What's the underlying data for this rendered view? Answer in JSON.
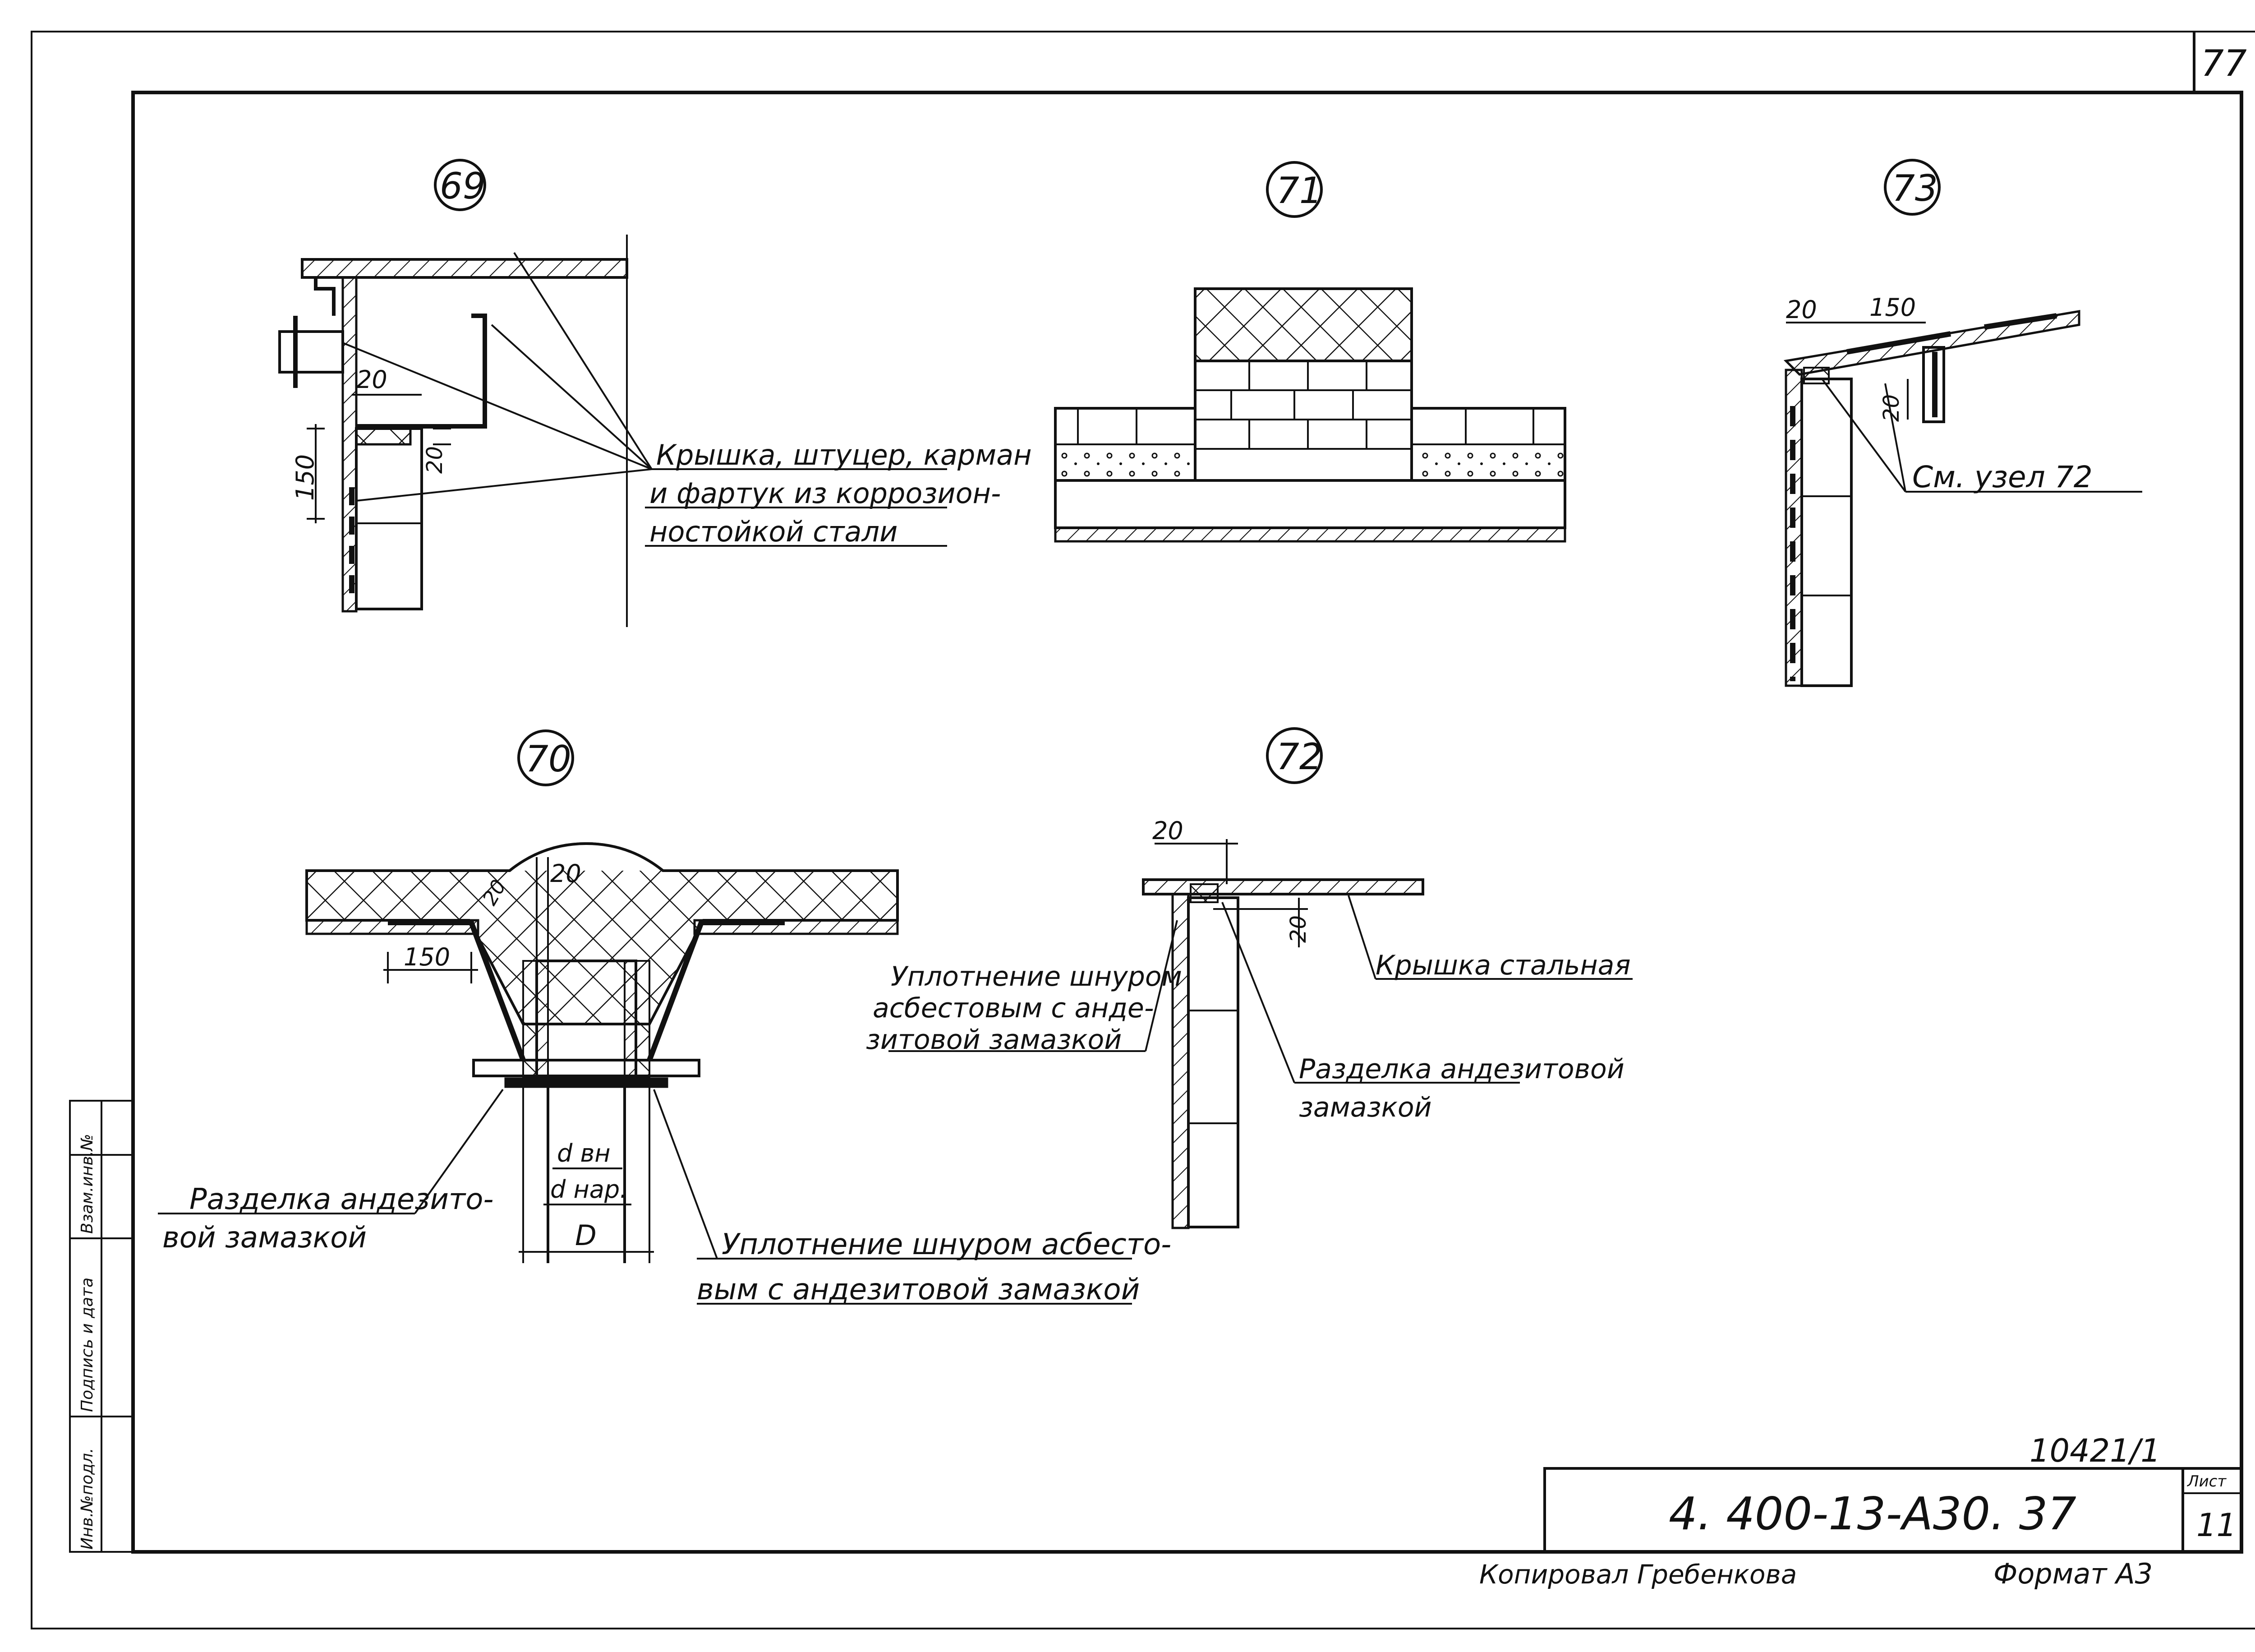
{
  "sheet": {
    "page_number": "77",
    "doc_code": "4. 400-13-А30. 37",
    "inventory_no": "10421/1",
    "list_label": "Лист",
    "list_number": "11",
    "copied_by": "Копировал Гребенкова",
    "format": "Формат А3",
    "side_stamp": [
      "Инв.№подл.",
      "Подпись и дата",
      "Взам.инв.№"
    ]
  },
  "nodes": {
    "n69": {
      "number": "69",
      "dim_150": "150",
      "dim_20a": "20",
      "dim_20b": "20",
      "callout": [
        "Крышка, штуцер, карман",
        "и фартук из коррозион-",
        "ностойкой стали"
      ]
    },
    "n71": {
      "number": "71"
    },
    "n73": {
      "number": "73",
      "dim_20a": "20",
      "dim_150": "150",
      "dim_20b": "20",
      "callout": "См. узел 72"
    },
    "n70": {
      "number": "70",
      "dim_20a": "20",
      "dim_20b": "20",
      "dim_150": "150",
      "d_inner": "d вн",
      "d_outer": "d нар.",
      "d_big": "D",
      "callout_left": [
        "Разделка андезито-",
        "вой замазкой"
      ],
      "callout_right": [
        "Уплотнение шнуром асбесто-",
        "вым с андезитовой замазкой"
      ]
    },
    "n72": {
      "number": "72",
      "dim_20a": "20",
      "dim_20b": "20",
      "callout_left": [
        "Уплотнение шнуром",
        "асбестовым с анде-",
        "зитовой замазкой"
      ],
      "callout_right_top": "Крышка стальная",
      "callout_right": [
        "Разделка андезитовой",
        "замазкой"
      ]
    }
  }
}
